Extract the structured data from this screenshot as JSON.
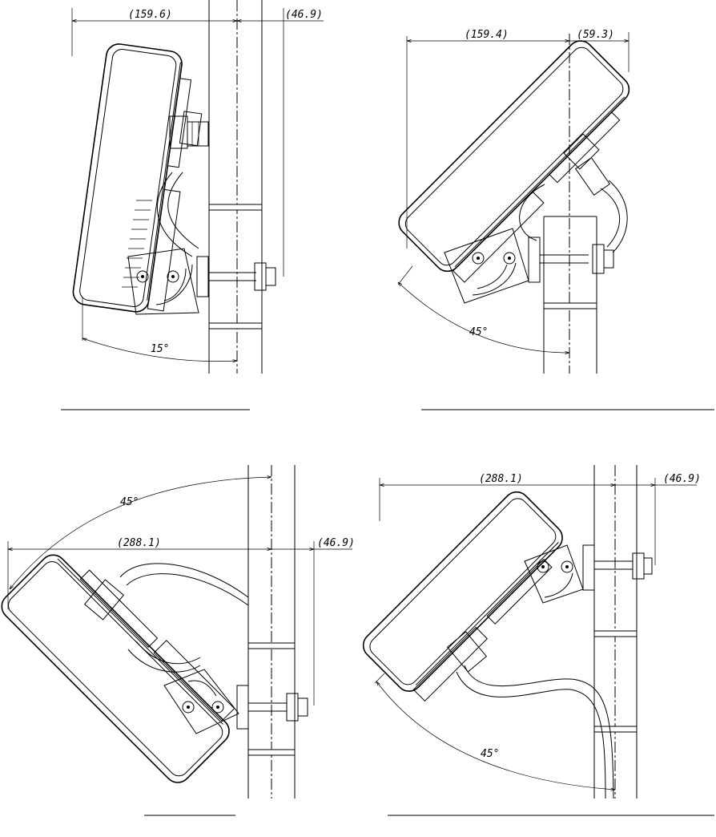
{
  "views": [
    {
      "id": "view-top-left",
      "dim_left": "(159.6)",
      "dim_right": "(46.9)",
      "angle": "15°",
      "caption": ""
    },
    {
      "id": "view-top-right",
      "dim_left": "(159.4)",
      "dim_right": "(59.3)",
      "angle": "45°",
      "caption": ""
    },
    {
      "id": "view-bottom-left",
      "dim_left": "(288.1)",
      "dim_right": "(46.9)",
      "angle": "45°",
      "caption": ""
    },
    {
      "id": "view-bottom-right",
      "dim_left": "(288.1)",
      "dim_right": "(46.9)",
      "angle": "45°",
      "caption": ""
    }
  ]
}
